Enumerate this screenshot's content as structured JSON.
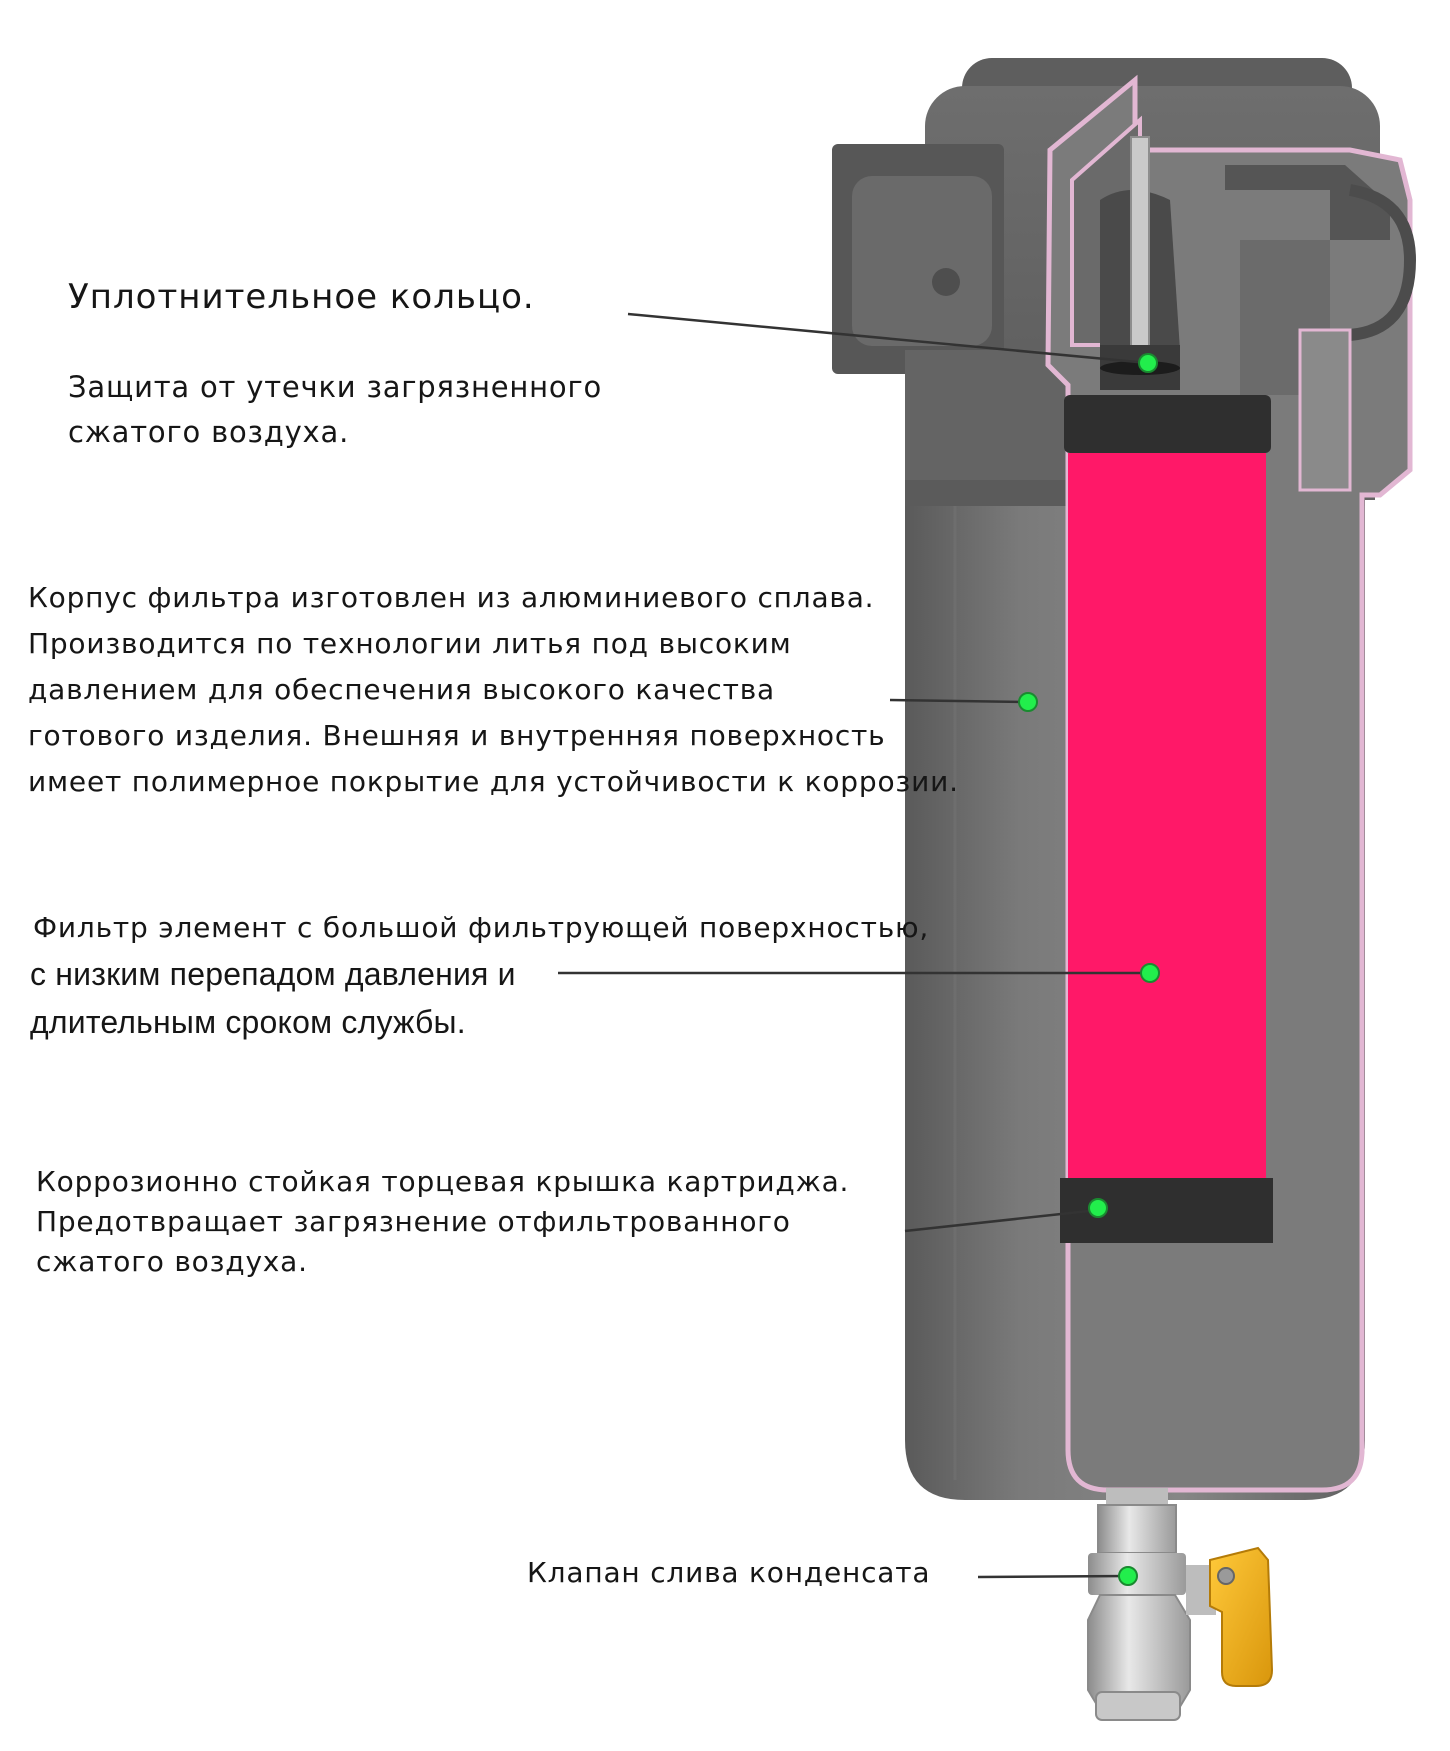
{
  "diagram": {
    "callouts": [
      {
        "title": "Уплотнительное кольцо.",
        "text": "Защита от утечки загрязненного\nсжатого воздуха."
      },
      {
        "text": "Корпус фильтра изготовлен из алюминиевого сплава.\nПроизводится по технологии литья под высоким\nдавлением для обеспечения высокого качества\nготового изделия. Внешняя и внутренняя поверхность\nимеет полимерное покрытие для устойчивости к коррозии."
      },
      {
        "text": "Фильтр элемент с большой фильтрующей поверхностью,",
        "text2": "с низким перепадом давления и\nдлительным сроком службы."
      },
      {
        "text": "Коррозионно стойкая торцевая крышка картриджа.\nПредотвращает загрязнение отфильтрованного\nсжатого воздуха."
      },
      {
        "text": "Клапан слива конденсата"
      }
    ],
    "colors": {
      "housing": "#7e7e7e",
      "housing_dark": "#5f5f5f",
      "housing_shadow": "#4f4f4f",
      "cutaway_outline": "#e2b7d3",
      "filter_element": "#ff1868",
      "end_cap": "#2f2f2f",
      "marker": "#22ee4c",
      "leader": "#333333",
      "valve_brass": "#c9c9c9",
      "valve_handle": "#f3b21c"
    }
  }
}
